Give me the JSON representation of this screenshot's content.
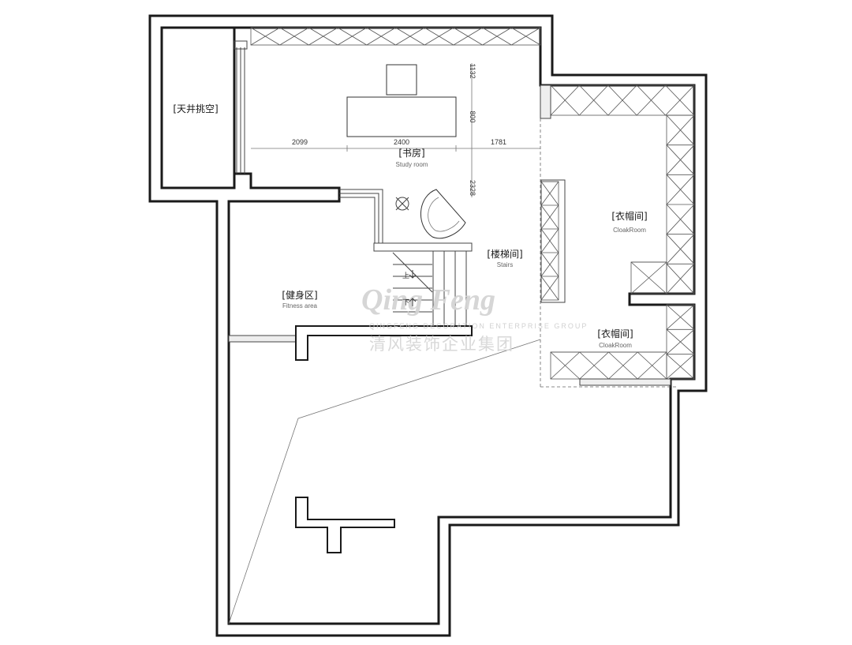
{
  "rooms": {
    "atrium": {
      "zh": "[天井挑空]"
    },
    "study": {
      "zh": "[书房]",
      "en": "Study room"
    },
    "stairs": {
      "zh": "[楼梯间]",
      "en": "Stairs"
    },
    "fitness": {
      "zh": "[健身区]",
      "en": "Fitness area"
    },
    "cloak_upper": {
      "zh": "[衣帽间]",
      "en": "CloakRoom"
    },
    "cloak_lower": {
      "zh": "[衣帽间]",
      "en": "CloakRoom"
    }
  },
  "dimensions": {
    "left": "2099",
    "desk_width": "2400",
    "right": "1781",
    "top": "1132",
    "desk_depth": "800",
    "lower": "2328"
  },
  "stair_marks": {
    "up": "上",
    "down": "下"
  },
  "watermark": {
    "logo_text": "Qing Feng",
    "subtitle": "QINGFENG DECORATION ENTERPRISE GROUP",
    "chinese": "清风装饰企业集团"
  }
}
